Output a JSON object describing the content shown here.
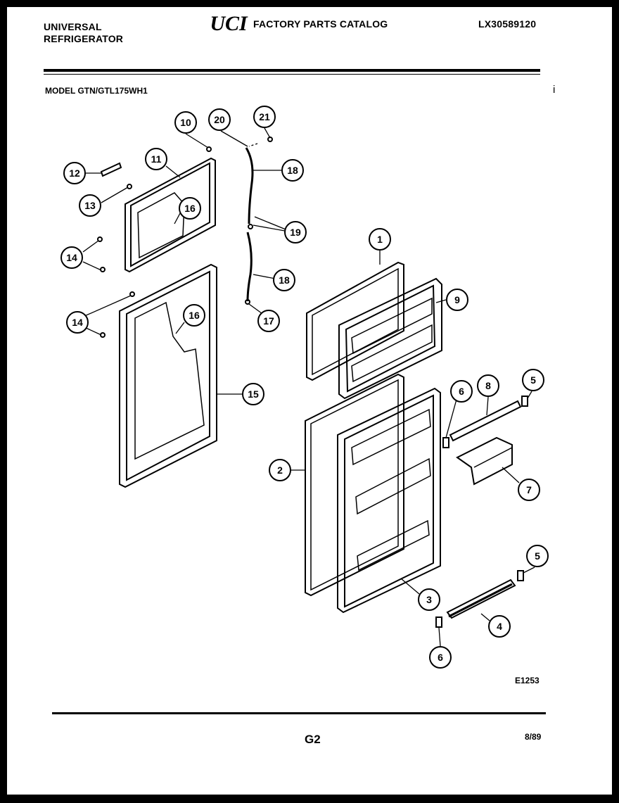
{
  "header": {
    "brand_line1": "UNIVERSAL",
    "brand_line2": "REFRIGERATOR",
    "logo_text": "UCI",
    "catalog_title": "FACTORY PARTS CATALOG",
    "document_number": "LX30589120"
  },
  "model_line": "MODEL GTN/GTL175WH1",
  "margin_mark": "i",
  "callouts": [
    "1",
    "2",
    "3",
    "4",
    "5",
    "5",
    "6",
    "6",
    "7",
    "8",
    "9",
    "10",
    "11",
    "12",
    "13",
    "14",
    "14",
    "15",
    "16",
    "16",
    "17",
    "18",
    "18",
    "19",
    "20",
    "21"
  ],
  "footer": {
    "figure_code": "E1253",
    "page_code": "G2",
    "date": "8/89"
  }
}
